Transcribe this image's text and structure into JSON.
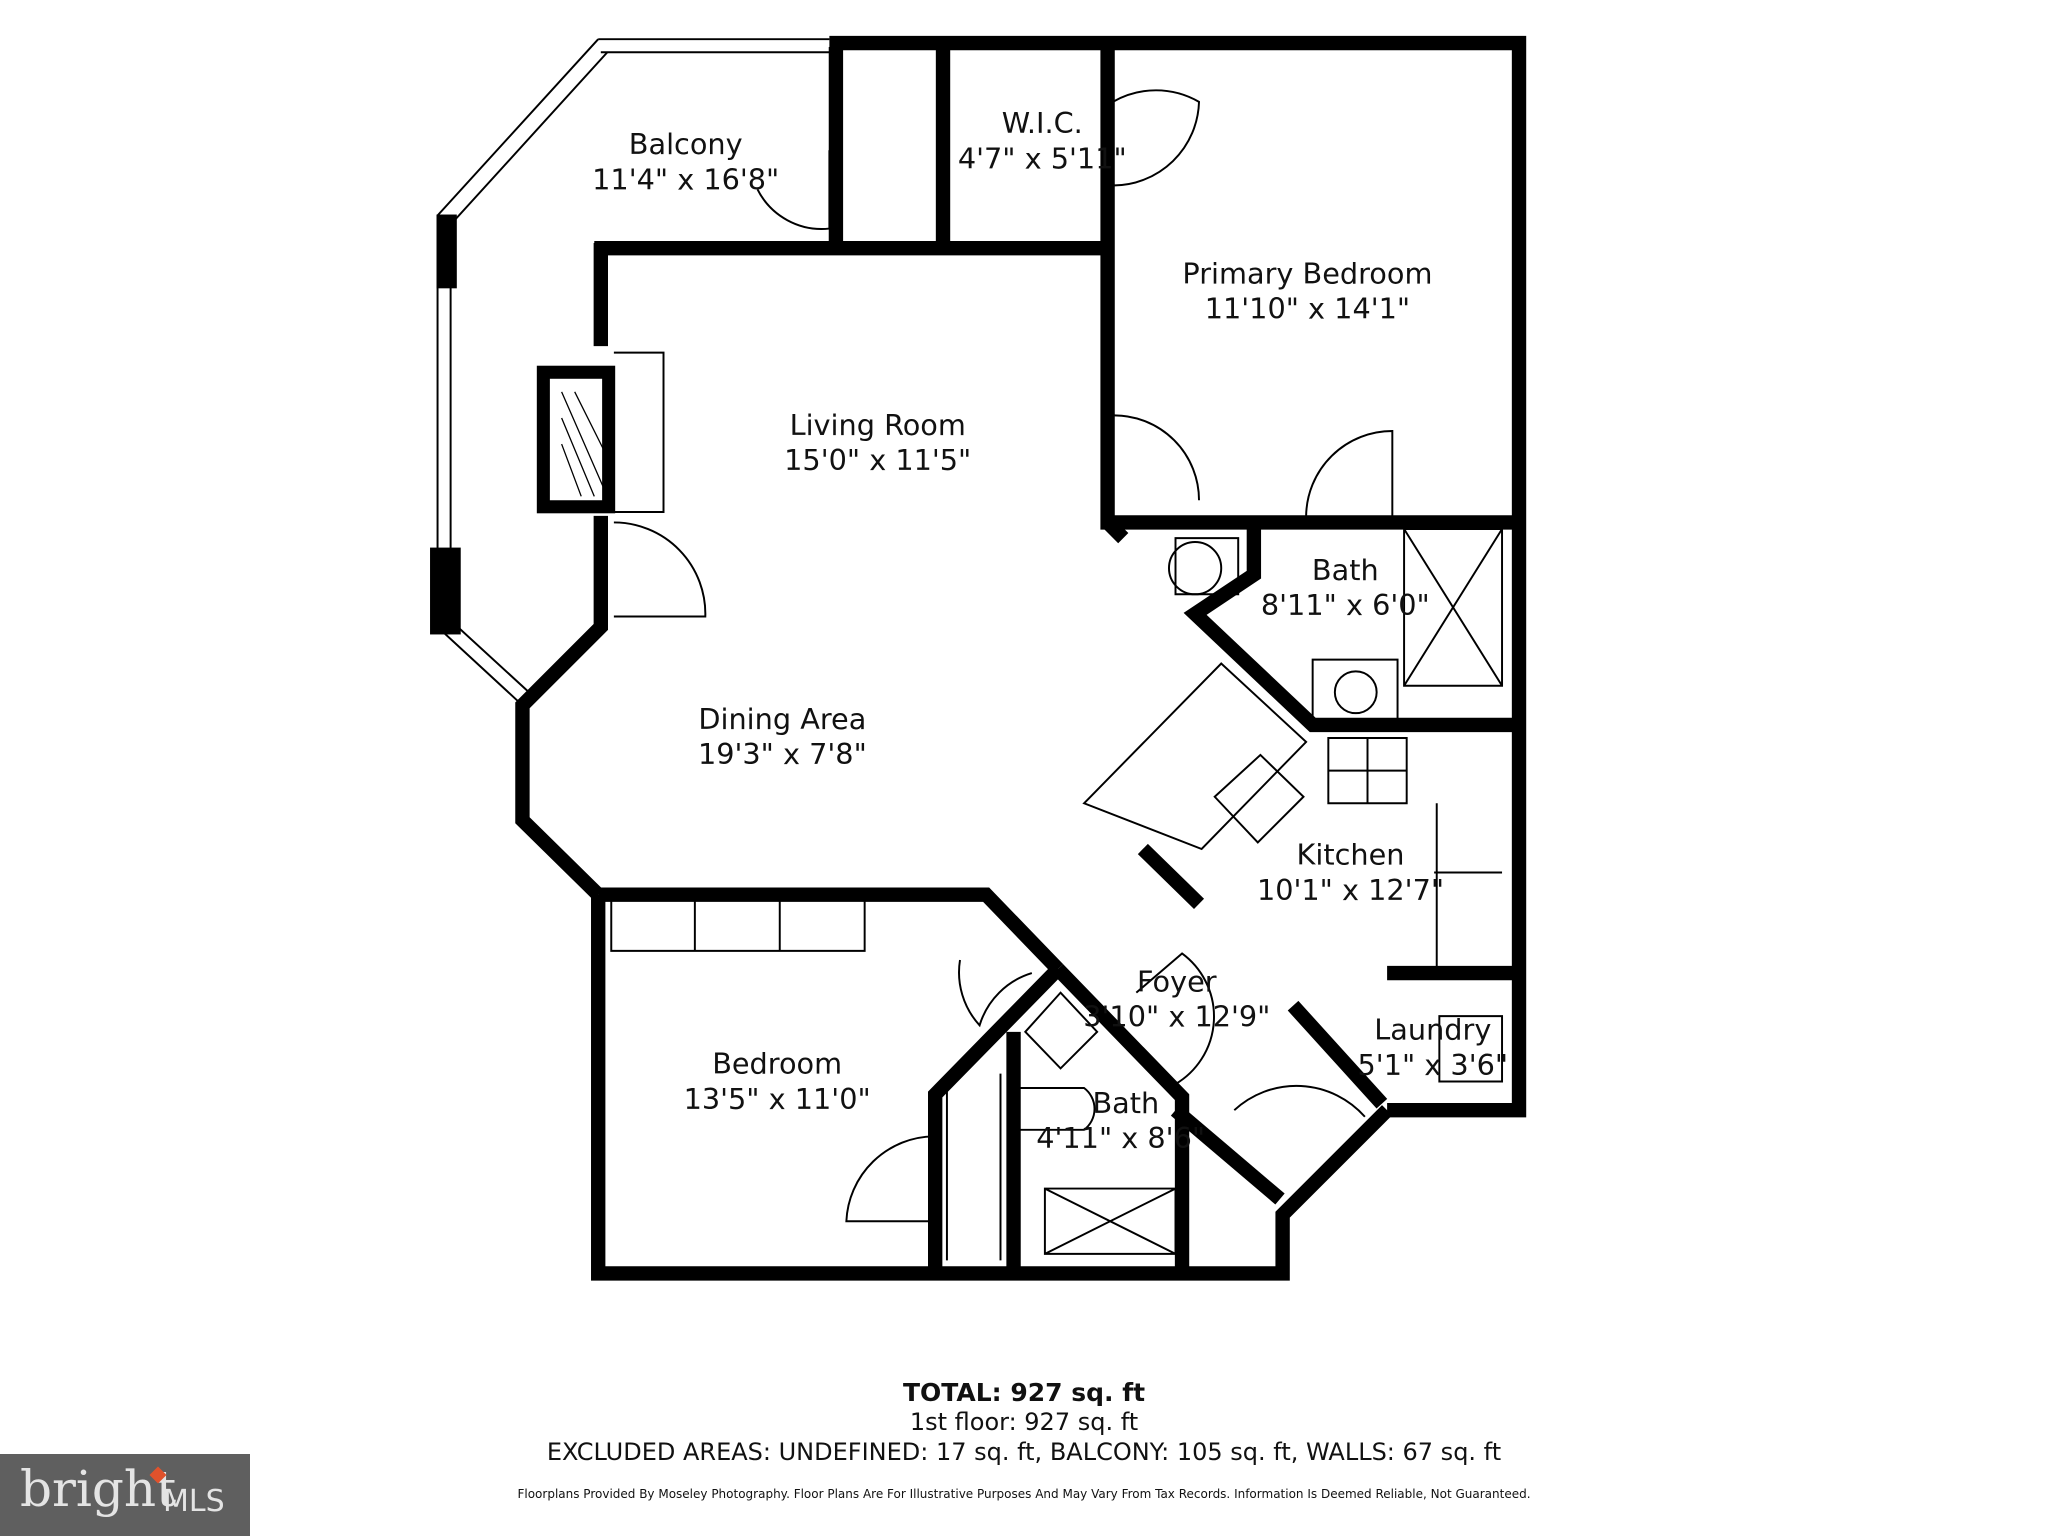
{
  "rooms": [
    {
      "name": "Balcony",
      "size": "11'4\" x 16'8\""
    },
    {
      "name": "W.I.C.",
      "size": "4'7\" x 5'11\""
    },
    {
      "name": "Primary Bedroom",
      "size": "11'10\" x 14'1\""
    },
    {
      "name": "Living Room",
      "size": "15'0\" x 11'5\""
    },
    {
      "name": "Bath",
      "size": "8'11\" x 6'0\""
    },
    {
      "name": "Dining Area",
      "size": "19'3\" x 7'8\""
    },
    {
      "name": "Kitchen",
      "size": "10'1\" x 12'7\""
    },
    {
      "name": "Foyer",
      "size": "3'10\" x 12'9\""
    },
    {
      "name": "Laundry",
      "size": "5'1\" x 3'6\""
    },
    {
      "name": "Bedroom",
      "size": "13'5\" x 11'0\""
    },
    {
      "name": "Bath",
      "size": "4'11\" x 8'6\""
    }
  ],
  "summary": {
    "total": "TOTAL: 927 sq. ft",
    "floor": "1st floor: 927 sq. ft",
    "excluded": "EXCLUDED AREAS: UNDEFINED: 17 sq. ft, BALCONY: 105 sq. ft, WALLS: 67 sq. ft",
    "disclaimer": "Floorplans Provided By Moseley Photography. Floor Plans Are For Illustrative Purposes And May Vary From Tax Records. Information Is Deemed Reliable, Not Guaranteed."
  },
  "logo": {
    "text": "bright MLS",
    "word": "bright",
    "suffix": "MLS",
    "bg": "#5f5f5f",
    "accent": "#e0522c"
  }
}
